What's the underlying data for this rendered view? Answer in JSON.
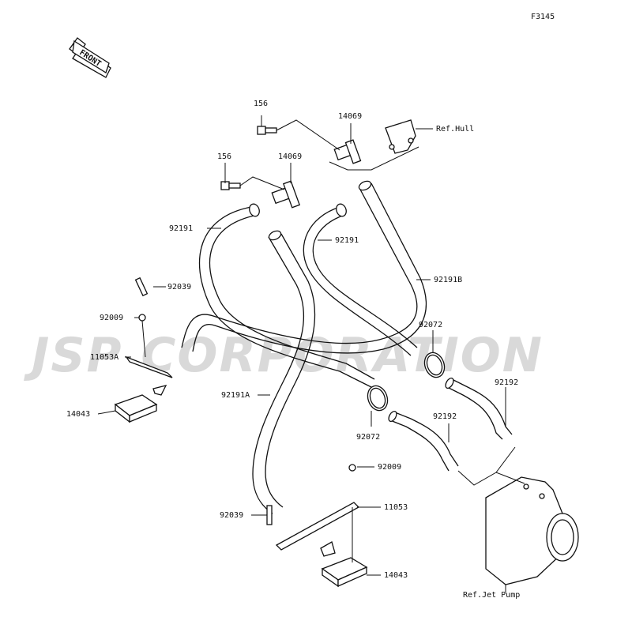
{
  "figure_code": "F3145",
  "front_label": "FRONT",
  "watermark": "JSP CORPORATION",
  "refs": {
    "hull": "Ref.Hull",
    "jet_pump": "Ref.Jet Pump"
  },
  "labels": {
    "p156_top": "156",
    "p156_left": "156",
    "p14069_top": "14069",
    "p14069_left": "14069",
    "p92191_left": "92191",
    "p92191_mid": "92191",
    "p92191B": "92191B",
    "p92039_top": "92039",
    "p92009_left": "92009",
    "p11053A": "11053A",
    "p14043_left": "14043",
    "p92191A": "92191A",
    "p92072_right": "92072",
    "p92072_mid": "92072",
    "p92192_right": "92192",
    "p92192_mid": "92192",
    "p92009_bottom": "92009",
    "p11053": "11053",
    "p92039_bottom": "92039",
    "p14043_bottom": "14043"
  }
}
